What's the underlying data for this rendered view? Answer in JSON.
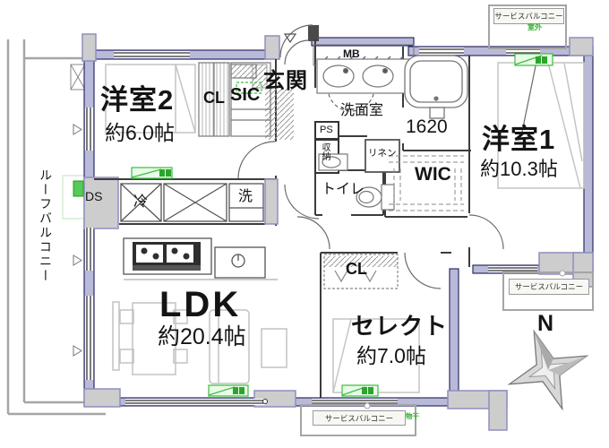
{
  "plan": {
    "rooms": {
      "yoshitsu2": {
        "label": "洋室2",
        "size": "約6.0帖"
      },
      "yoshitsu1": {
        "label": "洋室1",
        "size": "約10.3帖"
      },
      "ldk": {
        "label": "LDK",
        "size": "約20.4帖"
      },
      "select_room": {
        "label": "セレクト",
        "size": "約7.0帖"
      },
      "genkan": "玄関",
      "senmen": "洗面室",
      "toilet": "トイレ",
      "wic": "WIC",
      "cl_hall": "CL",
      "sic": "SIC",
      "cl_select": "CL",
      "linen": "リネン",
      "ps": "PS",
      "shuno": "収納",
      "mb": "MB",
      "ds": "DS",
      "fridge": "冷",
      "laundry": "洗",
      "bath_size": "1620"
    },
    "balcony": {
      "roof": "ルーフバルコニー",
      "service": "サービスバルコニー"
    },
    "annotations": {
      "outdoor_unit": "室外",
      "laundry_pole": "物干"
    },
    "compass": {
      "north": "N"
    },
    "colors": {
      "wall_fill": "#b9b9da",
      "wall_stroke": "#2c2c66",
      "interior_line": "#3c3c3c",
      "accent_green": "#3bbf3b",
      "balcony_gray": "#a5a5a5",
      "block_gray": "#cdcdcd"
    }
  }
}
